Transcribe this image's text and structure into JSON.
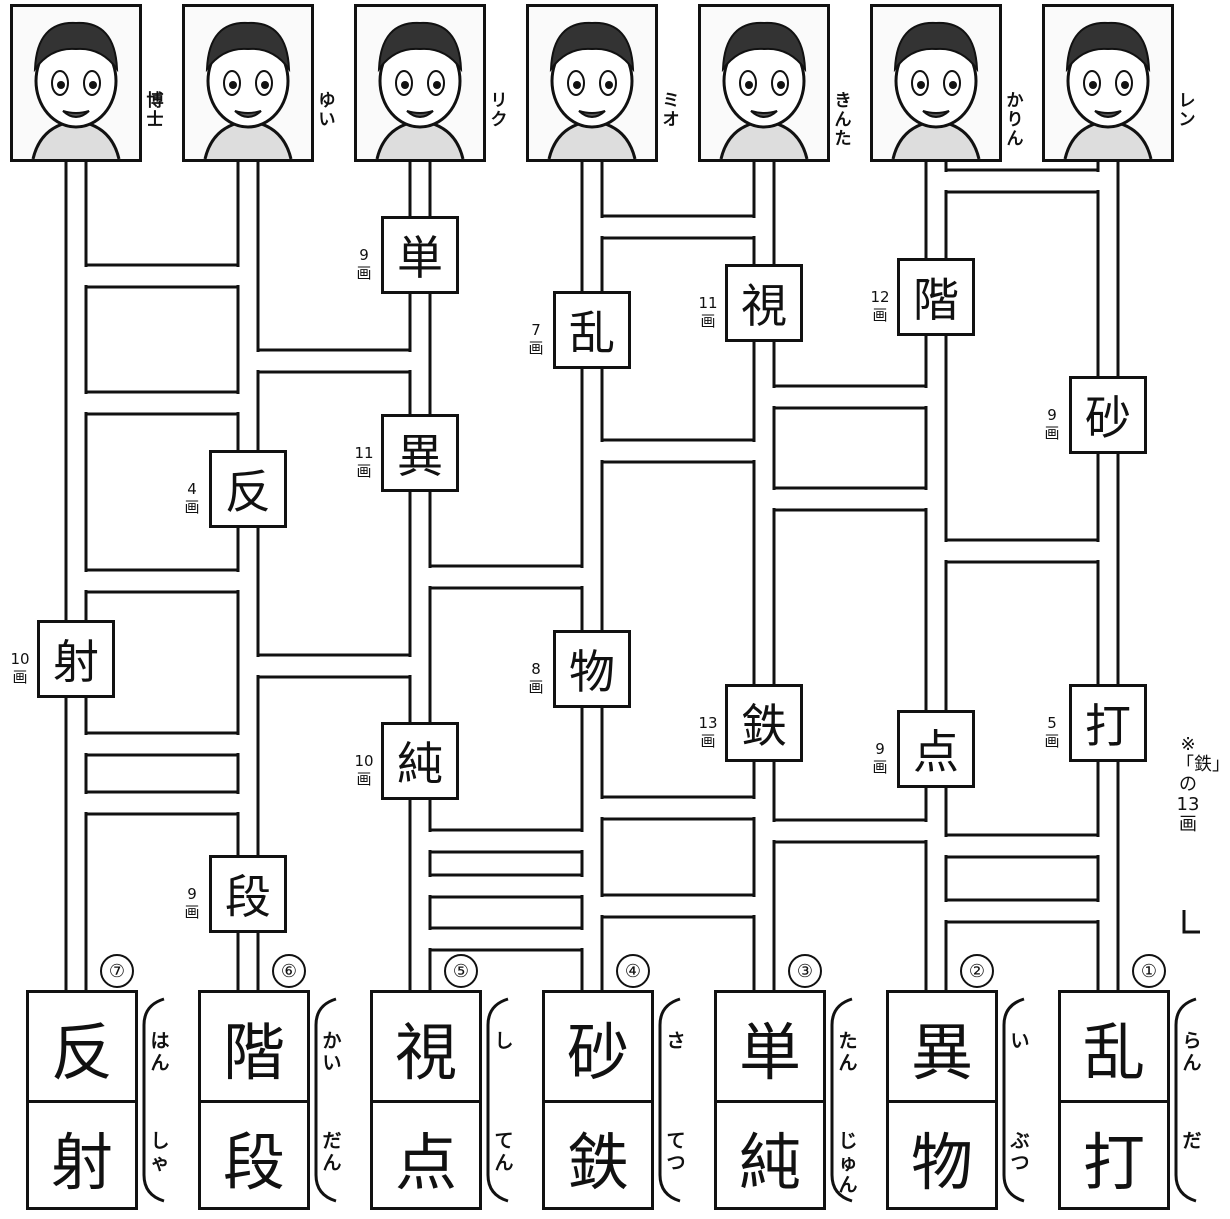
{
  "characters": [
    {
      "name": "博士",
      "id": "hakase"
    },
    {
      "name": "ゆい",
      "id": "yui"
    },
    {
      "name": "リク",
      "id": "riku"
    },
    {
      "name": "ミオ",
      "id": "mio"
    },
    {
      "name": "きんた",
      "id": "kinta"
    },
    {
      "name": "かりん",
      "id": "karin"
    },
    {
      "name": "レン",
      "id": "ren"
    }
  ],
  "ladder_kanji": [
    {
      "kanji": "単",
      "strokes": "9",
      "unit": "画"
    },
    {
      "kanji": "乱",
      "strokes": "7",
      "unit": "画"
    },
    {
      "kanji": "視",
      "strokes": "11",
      "unit": "画"
    },
    {
      "kanji": "階",
      "strokes": "12",
      "unit": "画"
    },
    {
      "kanji": "砂",
      "strokes": "9",
      "unit": "画"
    },
    {
      "kanji": "異",
      "strokes": "11",
      "unit": "画"
    },
    {
      "kanji": "反",
      "strokes": "4",
      "unit": "画"
    },
    {
      "kanji": "射",
      "strokes": "10",
      "unit": "画"
    },
    {
      "kanji": "物",
      "strokes": "8",
      "unit": "画"
    },
    {
      "kanji": "鉄",
      "strokes": "13",
      "unit": "画"
    },
    {
      "kanji": "打",
      "strokes": "5",
      "unit": "画"
    },
    {
      "kanji": "点",
      "strokes": "9",
      "unit": "画"
    },
    {
      "kanji": "純",
      "strokes": "10",
      "unit": "画"
    },
    {
      "kanji": "段",
      "strokes": "9",
      "unit": "画"
    }
  ],
  "answers": [
    {
      "number": "⑦",
      "top": "反",
      "top_reading": "はん",
      "bottom": "射",
      "bottom_reading": "しゃ"
    },
    {
      "number": "⑥",
      "top": "階",
      "top_reading": "かい",
      "bottom": "段",
      "bottom_reading": "だん"
    },
    {
      "number": "⑤",
      "top": "視",
      "top_reading": "し",
      "bottom": "点",
      "bottom_reading": "てん"
    },
    {
      "number": "④",
      "top": "砂",
      "top_reading": "さ",
      "bottom": "鉄",
      "bottom_reading": "てつ"
    },
    {
      "number": "③",
      "top": "単",
      "top_reading": "たん",
      "bottom": "純",
      "bottom_reading": "じゅん"
    },
    {
      "number": "②",
      "top": "異",
      "top_reading": "い",
      "bottom": "物",
      "bottom_reading": "ぶつ"
    },
    {
      "number": "①",
      "top": "乱",
      "top_reading": "らん",
      "bottom": "打",
      "bottom_reading": "だ"
    }
  ],
  "note": "※「鉄」の13画"
}
